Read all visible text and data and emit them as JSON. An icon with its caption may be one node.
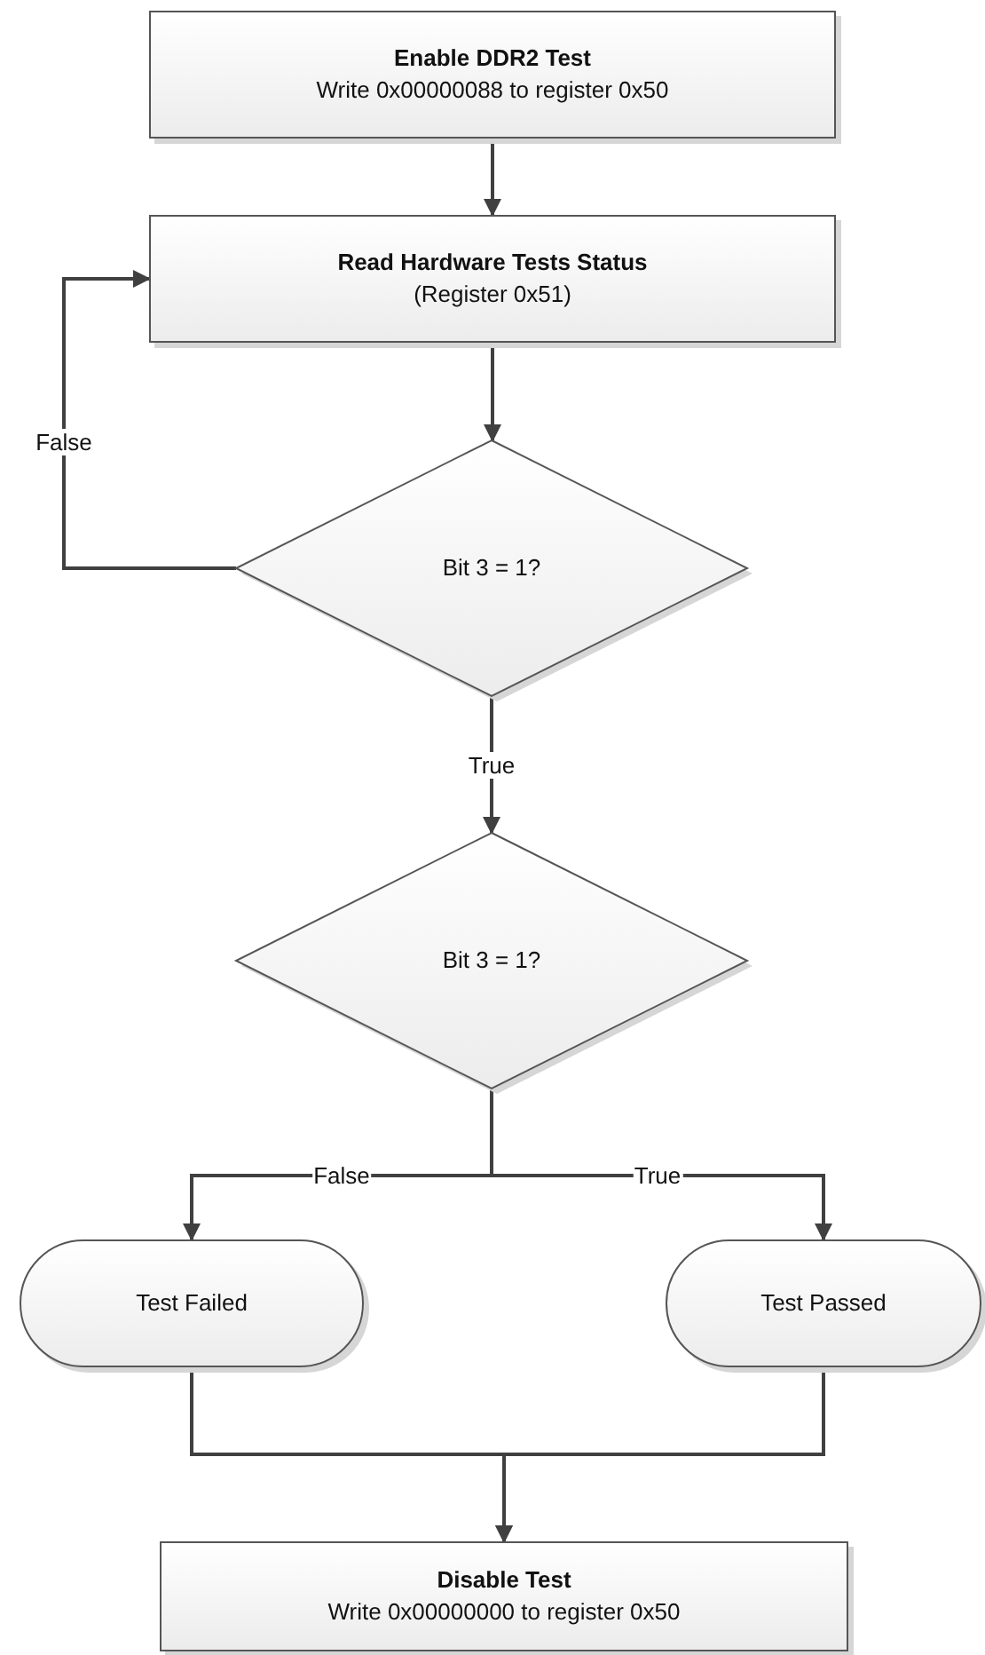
{
  "diagram": {
    "nodes": [
      {
        "text": [
          "Enable DDR2 Test",
          "Write 0x00000088 to register 0x50"
        ]
      },
      {
        "text": [
          "Read Hardware Tests Status",
          "(Register 0x51)"
        ]
      },
      {
        "text": [
          "Bit 3 = 1?"
        ]
      },
      {
        "text": [
          "Bit 3 = 1?"
        ]
      },
      {
        "text": [
          "Test Failed"
        ]
      },
      {
        "text": [
          "Test Passed"
        ]
      },
      {
        "text": [
          "Disable Test",
          "Write 0x00000000 to register 0x50"
        ]
      }
    ],
    "edges": [
      {
        "from": 0,
        "to": 1,
        "arrow": "to"
      },
      {
        "from": 1,
        "to": 2,
        "arrow": "to"
      },
      {
        "from": 2,
        "to": 1,
        "arrow": "to",
        "label": "False"
      },
      {
        "from": 2,
        "to": 3,
        "arrow": "to",
        "label": "True"
      },
      {
        "from": 3,
        "to": 4,
        "arrow": "to",
        "label": "False"
      },
      {
        "from": 3,
        "to": 5,
        "arrow": "to",
        "label": "True"
      },
      {
        "from": 4,
        "to": 6,
        "arrow": "to"
      },
      {
        "from": 5,
        "to": 6,
        "arrow": "to"
      }
    ]
  }
}
